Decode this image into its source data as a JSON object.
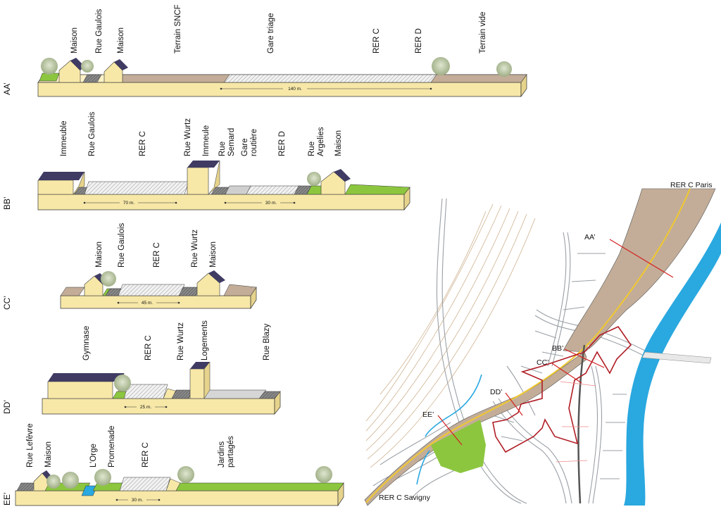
{
  "sections": {
    "AA": {
      "name": "AA’",
      "labels": [
        "Maison",
        "Rue Gaulois",
        "Maison",
        "Terrain SNCF",
        "Gare triage",
        "RER C",
        "RER D",
        "Terrain vide"
      ],
      "dimension": "140 m."
    },
    "BB": {
      "name": "BB’",
      "labels": [
        "Immeuble",
        "Rue Gaulois",
        "RER C",
        "Rue Wurtz",
        "Immeule",
        "Rue\nSemard",
        "Gare\nroutière",
        "RER D",
        "Rue\nArgelies",
        "Maison"
      ],
      "dimensions": [
        "70 m.",
        "30 m."
      ]
    },
    "CC": {
      "name": "CC’",
      "labels": [
        "Maison",
        "Rue Gaulois",
        "RER C",
        "Rue Wurtz",
        "Maison"
      ],
      "dimension": "45 m."
    },
    "DD": {
      "name": "DD’",
      "labels": [
        "Gymnase",
        "RER C",
        "Rue Wurtz",
        "Logements",
        "Rue Blazy"
      ],
      "dimension": "25 m."
    },
    "EE": {
      "name": "EE’",
      "labels": [
        "Rue Lefèvre",
        "Maison",
        "L’Orge",
        "Promenade",
        "RER C",
        "Jardins\npartagés"
      ],
      "dimension": "30 m."
    }
  },
  "map": {
    "labels": {
      "paris": "RER C Paris",
      "savigny": "RER C Savigny",
      "aa": "AA’",
      "bb": "BB’",
      "cc": "CC’",
      "dd": "DD’",
      "ee": "EE’"
    },
    "colors": {
      "rail_zone": "#c3ad98",
      "rail_line": "#f0c830",
      "river": "#2aa8e0",
      "park": "#8cc63f",
      "section_line": "#d42020",
      "perimeter": "#b01c24",
      "street": "#9aa0a6",
      "contour": "#c8a882"
    }
  },
  "colors": {
    "ground": "#f7e8a8",
    "ground_top": "#fbf1c6",
    "ground_side": "#e6d38c",
    "roof": "#3f3b63",
    "rail_ballast": "#c9b7a0",
    "green": "#8cc63f",
    "water": "#2aa8e0",
    "tree": "#b8c4a0"
  }
}
